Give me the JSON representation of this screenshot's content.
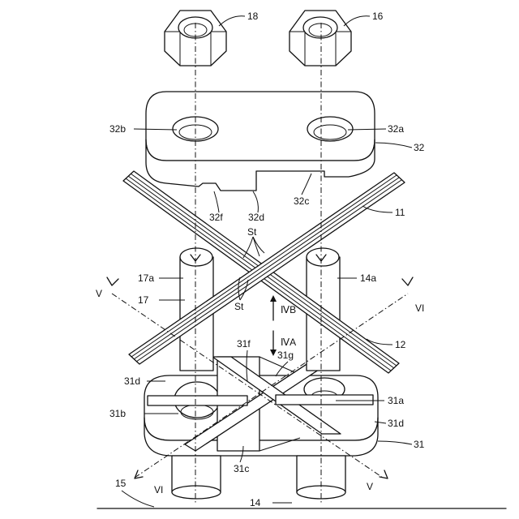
{
  "labels": {
    "nut_18": "18",
    "nut_16": "16",
    "plate_32": "32",
    "hole_32b": "32b",
    "hole_32a": "32a",
    "notch_32f": "32f",
    "edge_32d": "32d",
    "step_32c": "32c",
    "wire_11": "11",
    "strands_st_top": "St",
    "strands_st_bottom": "St",
    "bolt_17a": "17a",
    "bolt_17": "17",
    "bolt_14a": "14a",
    "section_v_left": "V",
    "section_vi_right": "VI",
    "arrow_ivb": "ⅣB",
    "arrow_iva": "ⅣA",
    "groove_31f": "31f",
    "groove_31g": "31g",
    "wire_12": "12",
    "face_31d_left": "31d",
    "hole_31b": "31b",
    "hole_31a": "31a",
    "face_31d_right": "31d",
    "base_31": "31",
    "block_31c": "31c",
    "section_vi_left": "VI",
    "section_v_right": "V",
    "ground_15": "15",
    "ground_14": "14"
  }
}
